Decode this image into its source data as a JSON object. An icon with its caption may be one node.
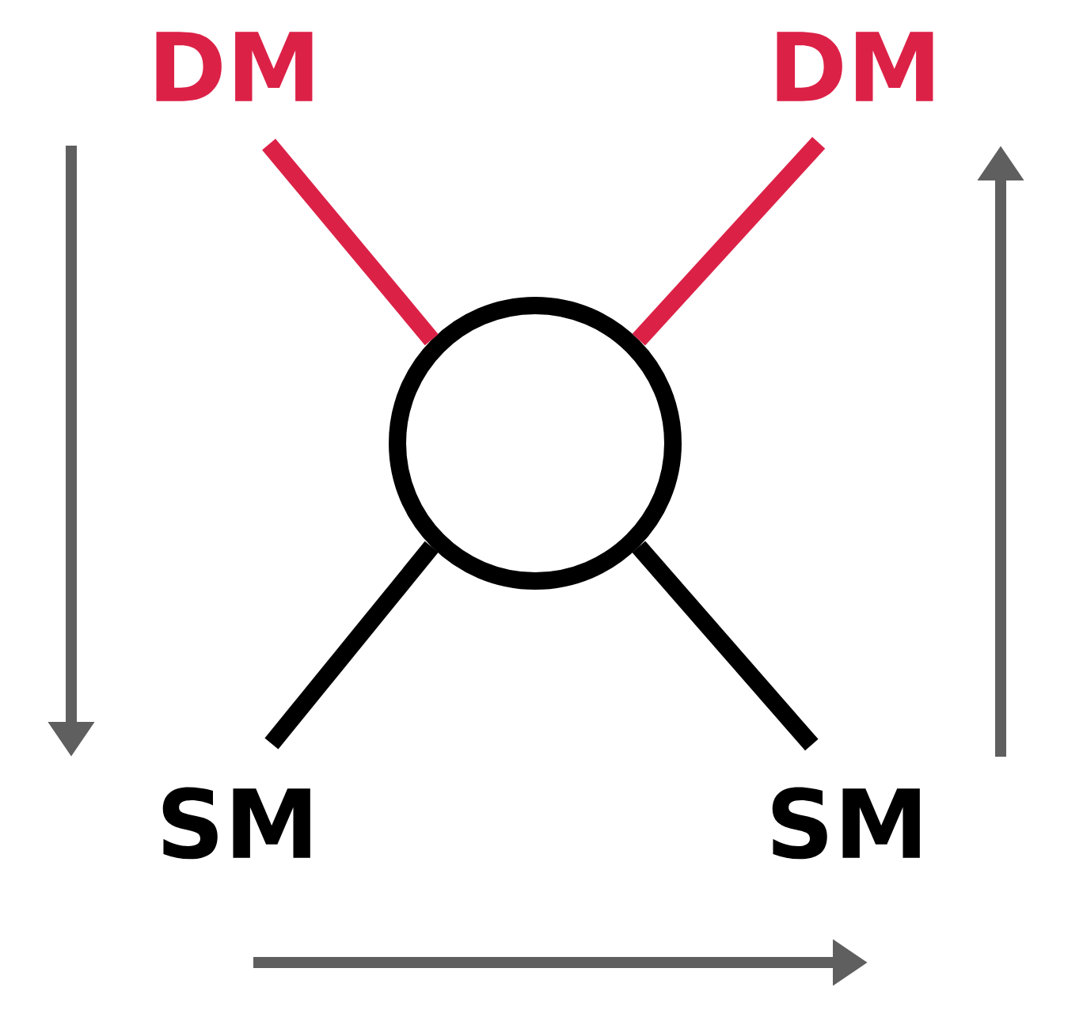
{
  "diagram": {
    "nodes": [
      {
        "text": [
          "DM"
        ]
      },
      {
        "text": [
          "DM"
        ]
      },
      {
        "text": [],
        "shape": "circle"
      },
      {
        "text": [
          "SM"
        ]
      },
      {
        "text": [
          "SM"
        ]
      }
    ],
    "edges": [
      {
        "from": 0,
        "to": 2,
        "arrow": "none",
        "color": "#dc2147"
      },
      {
        "from": 1,
        "to": 2,
        "arrow": "none",
        "color": "#dc2147"
      },
      {
        "from": 3,
        "to": 2,
        "arrow": "none",
        "color": "#000000"
      },
      {
        "from": 4,
        "to": 2,
        "arrow": "none",
        "color": "#000000"
      }
    ]
  }
}
